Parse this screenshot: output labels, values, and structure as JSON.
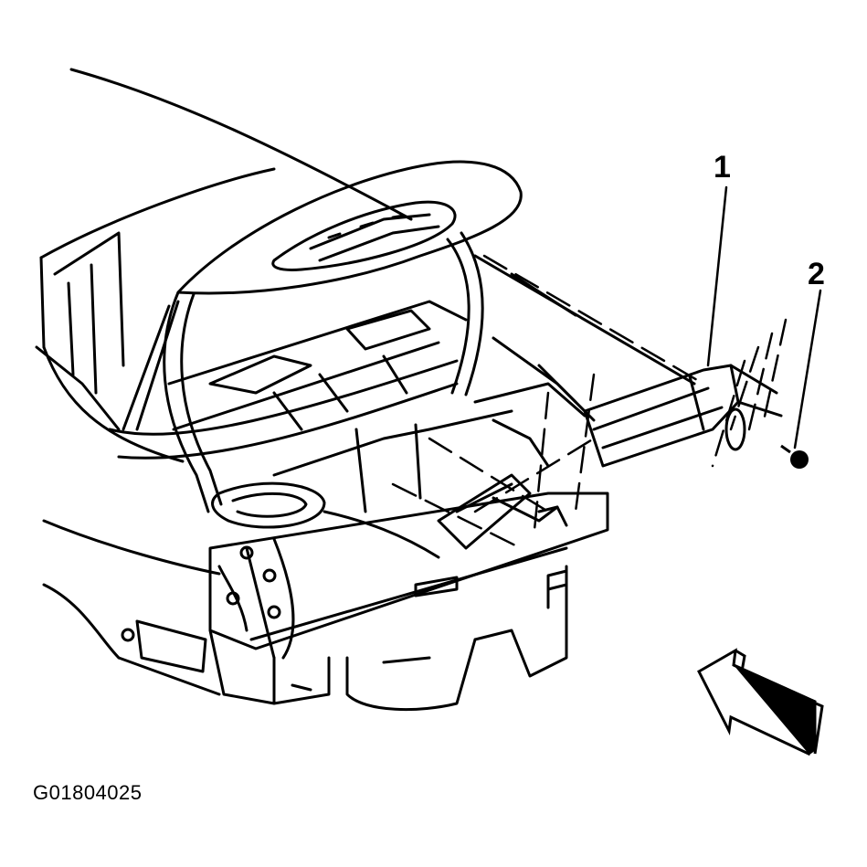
{
  "callouts": {
    "one": "1",
    "two": "2"
  },
  "figure_id": "G01804025",
  "colors": {
    "ink": "#000000",
    "background": "#ffffff"
  },
  "icons": {
    "view_arrow": "view-direction-arrow-icon",
    "fastener": "fastener-icon"
  }
}
